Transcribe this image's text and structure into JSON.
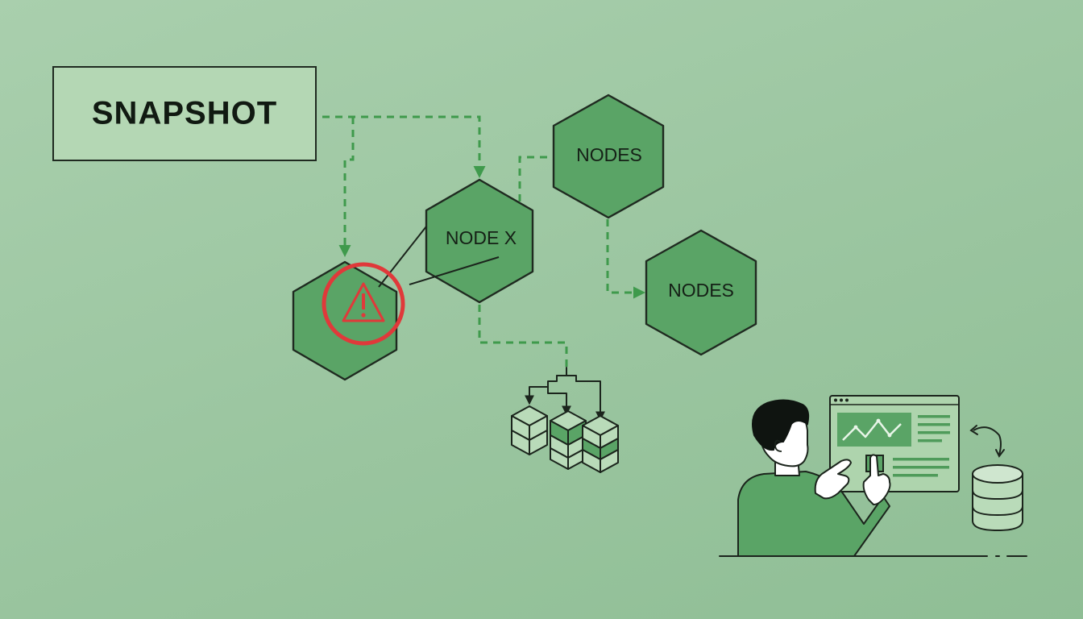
{
  "snapshot": {
    "label": "SNAPSHOT"
  },
  "nodes": {
    "node_x": "NODE X",
    "nodes_top": "NODES",
    "nodes_lower": "NODES"
  },
  "colors": {
    "background": "#9dc7a2",
    "hexagon_fill": "#5aa466",
    "snapshot_fill": "#b4d7b4",
    "dashed_connector": "#3f9a4c",
    "alert": "#e0393a"
  },
  "icons": {
    "warning": "warning-triangle-icon",
    "storage": "stacked-storage-icon",
    "database": "database-icon",
    "sync": "sync-arrow-icon",
    "dashboard": "dashboard-screen-icon"
  }
}
